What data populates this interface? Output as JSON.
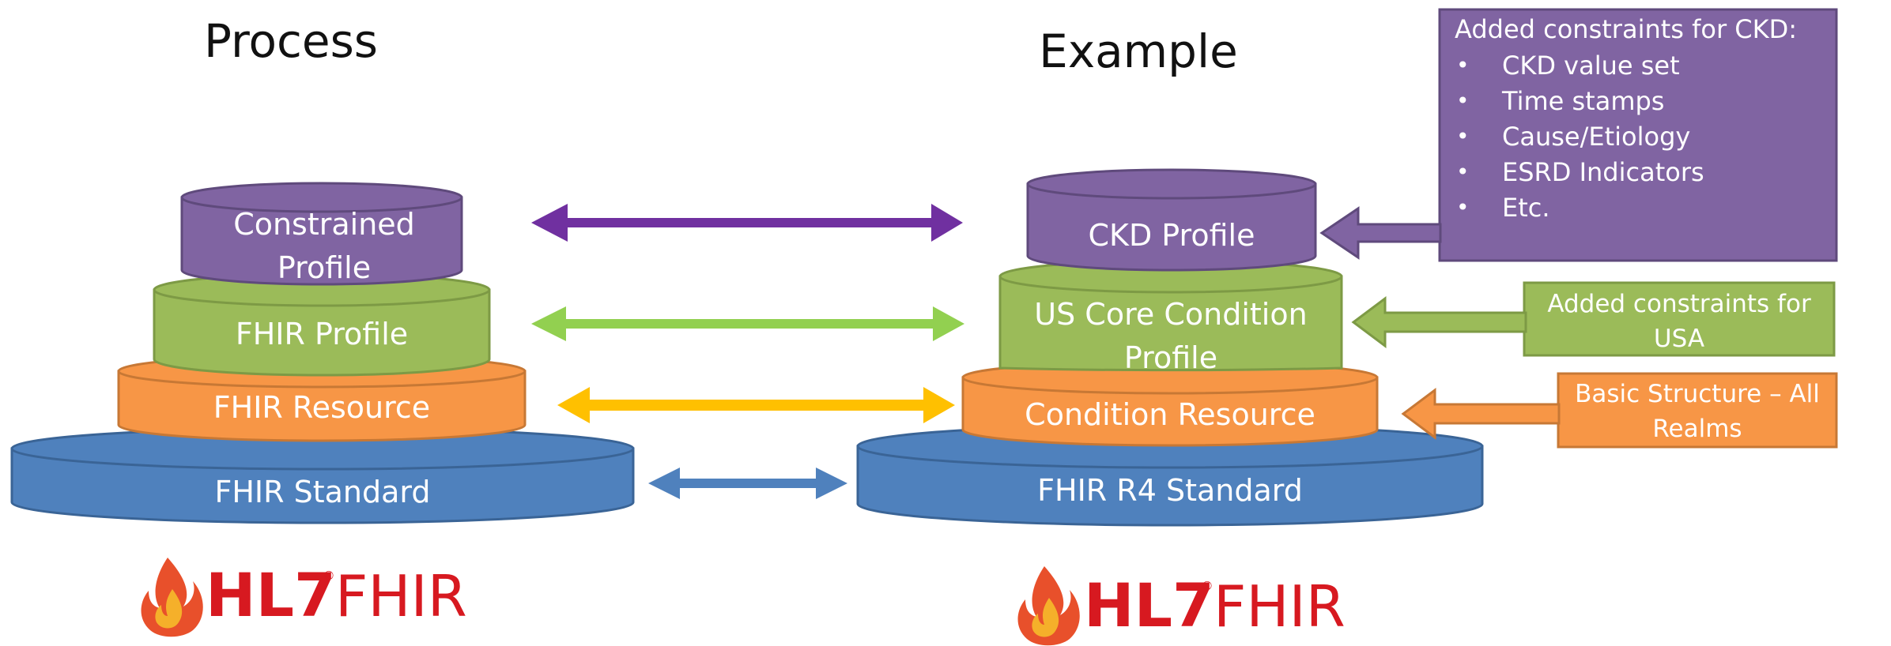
{
  "headings": {
    "process": "Process",
    "example": "Example"
  },
  "process_stack": [
    {
      "line1": "Constrained",
      "line2": "Profile"
    },
    {
      "label": "FHIR Profile"
    },
    {
      "label": "FHIR Resource"
    },
    {
      "label": "FHIR Standard"
    }
  ],
  "example_stack": [
    {
      "label": "CKD Profile"
    },
    {
      "line1": "US Core Condition",
      "line2": "Profile"
    },
    {
      "label": "Condition Resource"
    },
    {
      "label": "FHIR R4 Standard"
    }
  ],
  "callouts": {
    "ckd": {
      "title": "Added constraints for CKD:",
      "bullet": "•",
      "items": [
        "CKD value set",
        "Time stamps",
        "Cause/Etiology",
        "ESRD Indicators",
        "Etc."
      ]
    },
    "usa": {
      "line1": "Added constraints for",
      "line2": "USA"
    },
    "realms": {
      "line1": "Basic Structure – All",
      "line2": "Realms"
    }
  },
  "logo": {
    "hl7": "HL7",
    "fhir": "FHIR",
    "reg": "®"
  },
  "colors": {
    "purple": "#8064a2",
    "green": "#9bbb59",
    "orange": "#f79646",
    "blue": "#4f81bd",
    "arrow_purple": "#7030a0",
    "arrow_green": "#92d050",
    "arrow_gold": "#ffc000",
    "arrow_blue": "#4f81bd"
  }
}
